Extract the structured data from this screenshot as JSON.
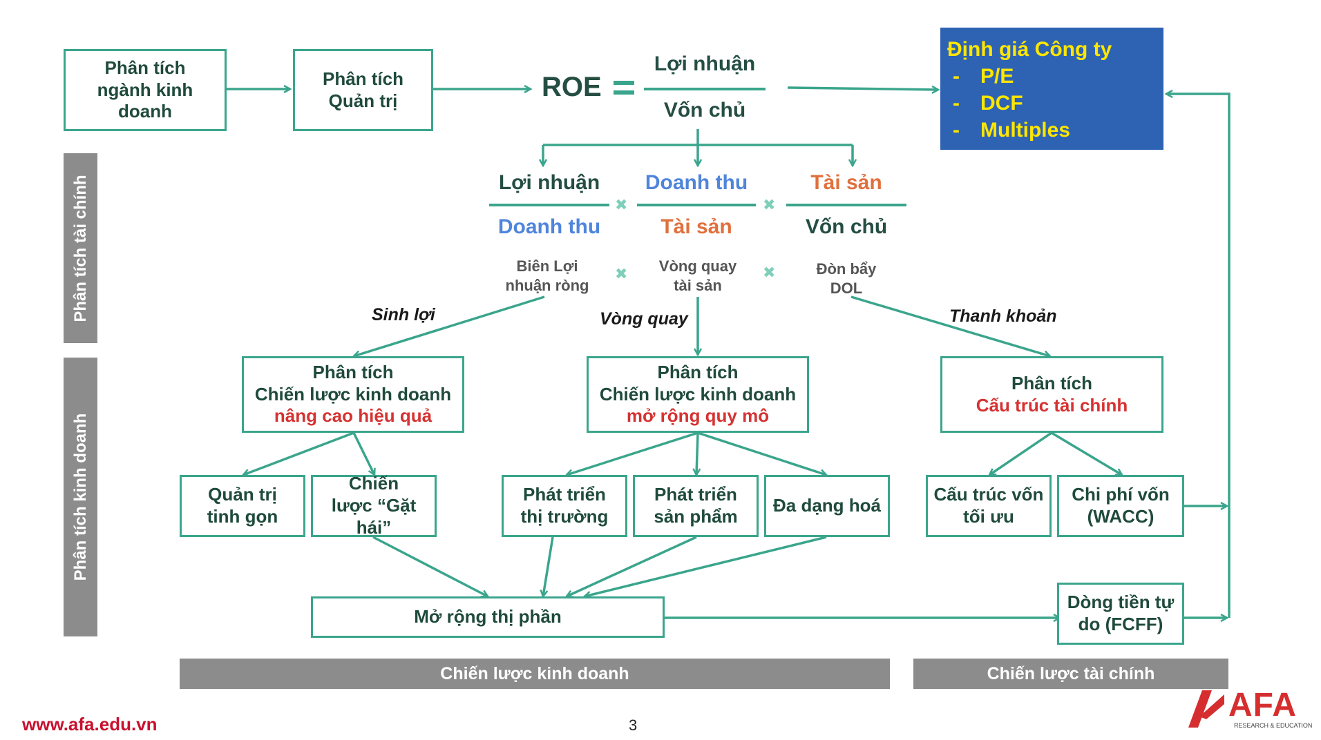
{
  "boxes": {
    "industry": "Phân tích ngành kinh doanh",
    "governance": "Phân tích Quản trị",
    "roe": "ROE",
    "roe_numerator": "Lợi nhuận",
    "roe_denominator": "Vốn chủ",
    "valuation": {
      "title": "Định giá Công ty",
      "items": [
        "P/E",
        "DCF",
        "Multiples"
      ],
      "dash": "-"
    },
    "dupont": {
      "f1_num": "Lợi nhuận",
      "f1_den": "Doanh thu",
      "f2_num": "Doanh thu",
      "f2_den": "Tài sản",
      "f3_num": "Tài sản",
      "f3_den": "Vốn chủ",
      "r1": "Biên Lợi nhuận ròng",
      "r2": "Vòng quay tài sản",
      "r3": "Đòn bẩy DOL",
      "times": "✖"
    },
    "labels": {
      "profit": "Sinh lợi",
      "turnover": "Vòng quay",
      "liquidity": "Thanh khoản"
    },
    "strategy_efficiency": {
      "line1": "Phân tích",
      "line2": "Chiến lược kinh doanh",
      "line3": "nâng cao hiệu quả"
    },
    "strategy_scale": {
      "line1": "Phân tích",
      "line2": "Chiến lược kinh doanh",
      "line3": "mở rộng quy mô"
    },
    "financial_structure": {
      "line1": "Phân tích",
      "line2": "Cấu trúc tài chính"
    },
    "lean": "Quản trị tinh gọn",
    "harvest": "Chiến lược “Gặt hái”",
    "market_dev": "Phát triển thị trường",
    "product_dev": "Phát triển sản phẩm",
    "diversify": "Đa dạng hoá",
    "optimal_capital": "Cấu trúc vốn tối ưu",
    "wacc": "Chi phí vốn (WACC)",
    "market_share": "Mở rộng thị phần",
    "fcff": "Dòng tiền tự do (FCFF)"
  },
  "sidebars": {
    "financial": "Phân tích tài chính",
    "business": "Phân tích kinh doanh"
  },
  "bottom": {
    "business_strategy": "Chiến lược kinh doanh",
    "financial_strategy": "Chiến lược tài chính"
  },
  "footer": {
    "url": "www.afa.edu.vn",
    "page": "3",
    "logo_text": "AFA",
    "logo_sub": "RESEARCH & EDUCATION"
  },
  "colors": {
    "arrow": "#3aa58c",
    "valuation_bg": "#2e63b3",
    "valuation_text": "#ffe600",
    "sidebar": "#8c8c8c",
    "red": "#d63232",
    "blue": "#4f85db",
    "orange": "#e0703d",
    "logo": "#d62e2e"
  }
}
